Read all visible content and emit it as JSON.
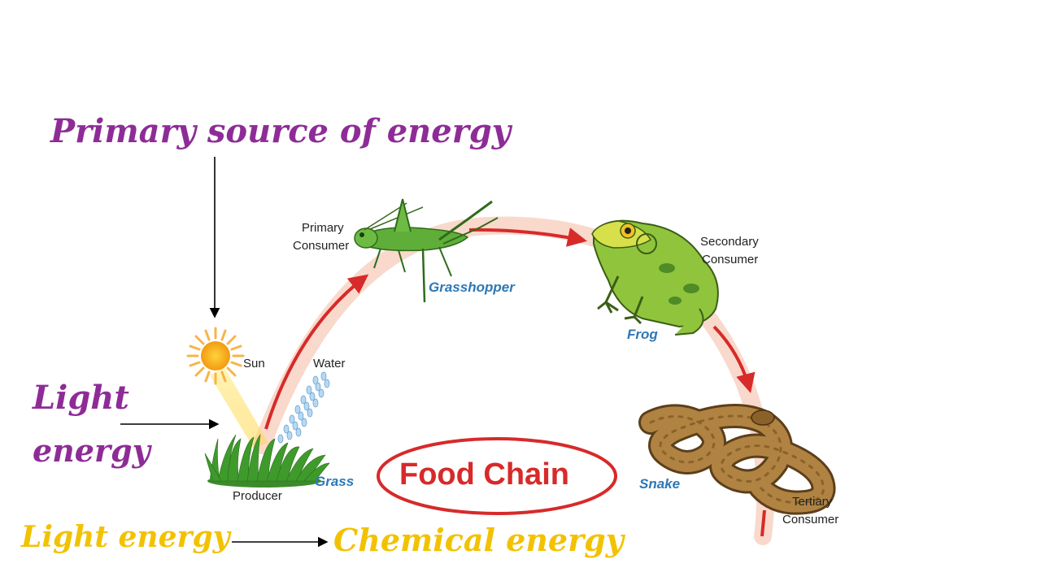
{
  "annotations": {
    "primary_source": "Primary source of energy",
    "light_energy_line1": "Light",
    "light_energy_line2": "energy",
    "conversion_from": "Light energy",
    "conversion_to": "Chemical energy"
  },
  "diagram": {
    "title": "Food Chain",
    "sun_label": "Sun",
    "water_label": "Water",
    "producer_label": "Producer",
    "grass_name": "Grass",
    "primary_consumer_line1": "Primary",
    "primary_consumer_line2": "Consumer",
    "grasshopper_name": "Grasshopper",
    "secondary_consumer_line1": "Secondary",
    "secondary_consumer_line2": "Consumer",
    "frog_name": "Frog",
    "snake_name": "Snake",
    "tertiary_consumer_line1": "Tertiary",
    "tertiary_consumer_line2": "Consumer"
  },
  "colors": {
    "annotation_purple": "#8e2c97",
    "annotation_gold": "#f2c200",
    "chain_arrow": "#d72a2a",
    "species_name": "#2d78b5"
  },
  "icons": [
    "sun-icon",
    "water-drops-icon",
    "grass-icon",
    "grasshopper-icon",
    "frog-icon",
    "snake-icon"
  ]
}
